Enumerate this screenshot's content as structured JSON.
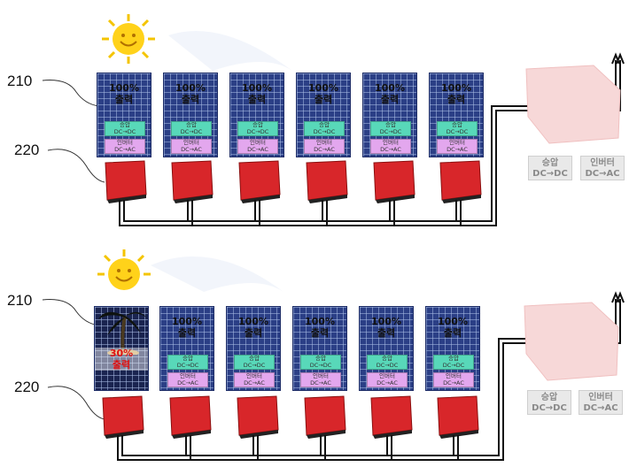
{
  "refs": {
    "panel_ref": "210",
    "inverter_ref": "220"
  },
  "panel_full": {
    "percent": "100%",
    "word": "출력"
  },
  "panel_partial": {
    "percent": "30%",
    "word": "출력"
  },
  "boost_box": {
    "title": "승압",
    "sub": "DC→DC"
  },
  "inv_box": {
    "title": "인버터",
    "sub": "DC→AC"
  },
  "central_boost": {
    "title": "승압",
    "sub": "DC→DC"
  },
  "central_inv": {
    "title": "인버터",
    "sub": "DC→AC"
  },
  "colors": {
    "panel": "#2b3f86",
    "boost": "#58d8b9",
    "inverter_box": "#e3a7ee",
    "inverter_body": "#d8262a",
    "wire": "#111111",
    "shade_text": "#e01010"
  }
}
